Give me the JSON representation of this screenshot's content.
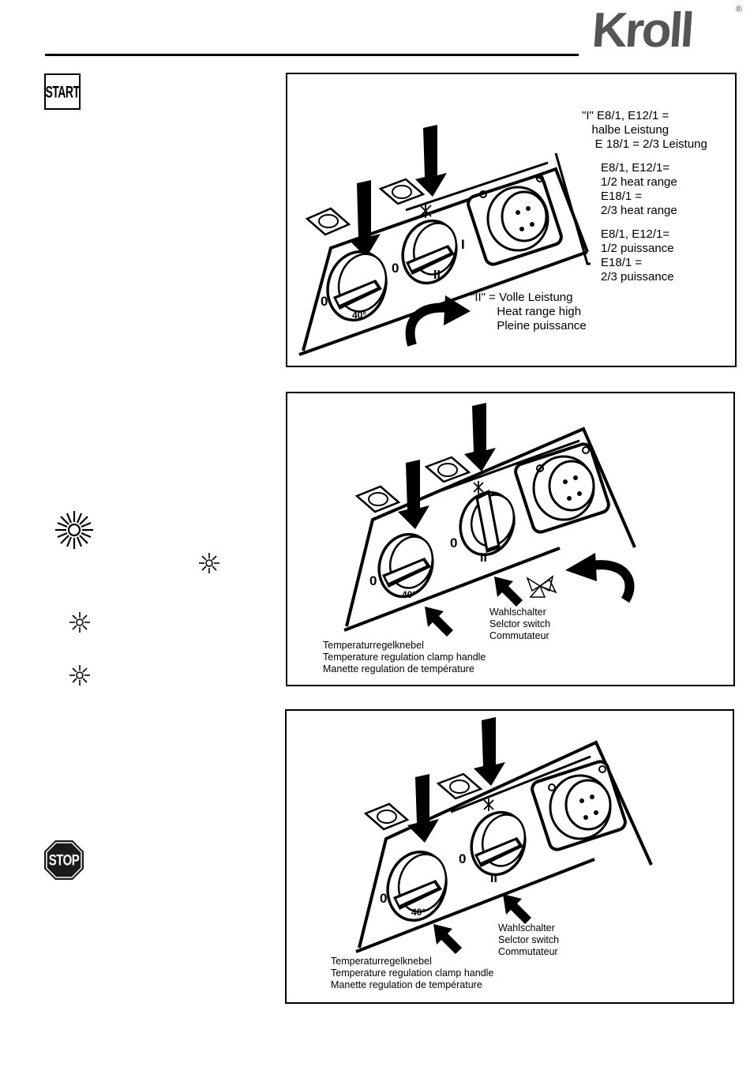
{
  "header": {
    "brand": "Kroll",
    "registered_mark": "®"
  },
  "badges": {
    "start": "START",
    "stop": "STOP"
  },
  "dial_marks": {
    "zero": "0",
    "forty": "40°",
    "one": "I",
    "two": "II"
  },
  "panel1": {
    "notes": [
      {
        "id": "n1",
        "lines": [
          "\"I\" E8/1, E12/1 =",
          "   halbe Leistung",
          "    E 18/1 = 2/3 Leistung"
        ]
      },
      {
        "id": "n2",
        "lines": [
          "E8/1, E12/1=",
          "1/2 heat range",
          "E18/1 =",
          "2/3 heat range"
        ]
      },
      {
        "id": "n3",
        "lines": [
          "E8/1, E12/1=",
          "1/2 puissance",
          "E18/1 =",
          "2/3 puissance"
        ]
      },
      {
        "id": "n4",
        "lines": [
          "\"II\" = Volle Leistung",
          "        Heat range high",
          "        Pleine puissance"
        ]
      }
    ]
  },
  "panel2": {
    "selector_caption": [
      "Wahlschalter",
      "Selctor switch",
      "Commutateur"
    ],
    "temp_caption": [
      "Temperaturregelknebel",
      "Temperature regulation clamp handle",
      "Manette regulation de température"
    ]
  },
  "panel3": {
    "selector_caption": [
      "Wahlschalter",
      "Selctor switch",
      "Commutateur"
    ],
    "temp_caption": [
      "Temperaturregelknebel",
      "Temperature regulation clamp handle",
      "Manette regulation de température"
    ]
  },
  "colors": {
    "brand_grey": "#555555",
    "brand_red": "#e21a1a",
    "stop_fill": "#1a1a1a"
  },
  "icons": [
    "sun-icon",
    "rotate-arrow-icon",
    "down-arrow-icon",
    "pointer-arrow-icon",
    "fan-icon",
    "socket-icon"
  ]
}
